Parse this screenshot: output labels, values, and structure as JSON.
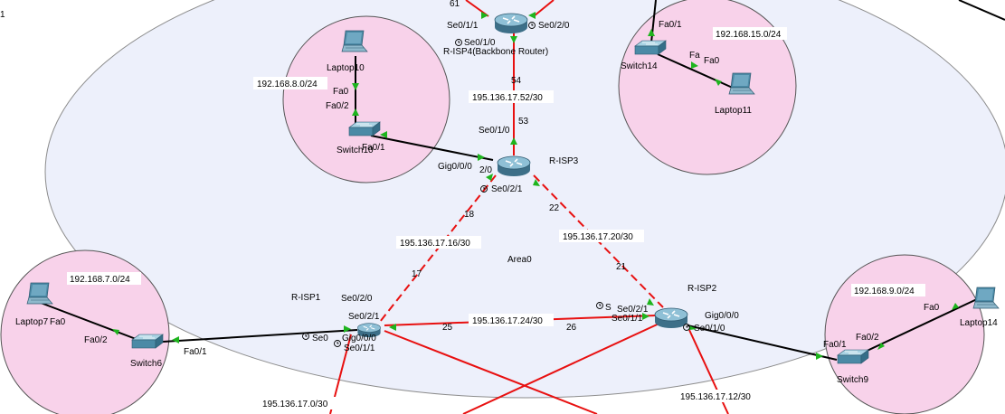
{
  "colors": {
    "area_fill": "#edf0fb",
    "area_stroke": "#8c8c8c",
    "lan_fill": "#f8d2ea",
    "lan_stroke": "#555555",
    "serial_link": "#e81010",
    "ethernet_link": "#000000",
    "link_up": "#1eb41e",
    "device_body": "#4b8aa6"
  },
  "area": {
    "label": "Area0"
  },
  "routers": [
    {
      "id": "backbone",
      "name": "R-ISP4(Backbone Router)",
      "icon": "router-icon"
    },
    {
      "id": "risp3",
      "name": "R-ISP3",
      "icon": "router-icon"
    },
    {
      "id": "risp1",
      "name": "R-ISP1",
      "icon": "router-icon"
    },
    {
      "id": "risp2",
      "name": "R-ISP2",
      "icon": "router-icon"
    }
  ],
  "switches": [
    {
      "id": "sw10",
      "name": "Switch10",
      "icon": "switch-icon"
    },
    {
      "id": "sw14",
      "name": "Switch14",
      "icon": "switch-icon"
    },
    {
      "id": "sw6",
      "name": "Switch6",
      "icon": "switch-icon"
    },
    {
      "id": "sw9",
      "name": "Switch9",
      "icon": "switch-icon"
    }
  ],
  "laptops": [
    {
      "id": "lt10",
      "name": "Laptop10",
      "icon": "laptop-icon"
    },
    {
      "id": "lt11",
      "name": "Laptop11",
      "icon": "laptop-icon"
    },
    {
      "id": "lt7",
      "name": "Laptop7",
      "icon": "laptop-icon"
    },
    {
      "id": "lt14",
      "name": "Laptop14",
      "icon": "laptop-icon"
    }
  ],
  "networks": [
    {
      "id": "n15",
      "label": "192.168.15.0/24"
    },
    {
      "id": "n8",
      "label": "192.168.8.0/24"
    },
    {
      "id": "n7",
      "label": "192.168.7.0/24"
    },
    {
      "id": "n9",
      "label": "192.168.9.0/24"
    },
    {
      "id": "s52",
      "label": "195.136.17.52/30"
    },
    {
      "id": "s16",
      "label": "195.136.17.16/30"
    },
    {
      "id": "s20",
      "label": "195.136.17.20/30"
    },
    {
      "id": "s24",
      "label": "195.136.17.24/30"
    },
    {
      "id": "s0",
      "label": "195.136.17.0/30"
    },
    {
      "id": "s12",
      "label": "195.136.17.12/30"
    }
  ],
  "interfaces": [
    {
      "id": "bb_se011",
      "text": "Se0/1/1"
    },
    {
      "id": "bb_se020",
      "text": "Se0/2/0"
    },
    {
      "id": "bb_se010",
      "text": "Se0/1/0"
    },
    {
      "id": "r3_se010",
      "text": "Se0/1/0"
    },
    {
      "id": "r3_gig000",
      "text": "Gig0/0/0"
    },
    {
      "id": "r3_p20",
      "text": "2/0"
    },
    {
      "id": "r3_se021",
      "text": "Se0/2/1"
    },
    {
      "id": "sw10_fa02",
      "text": "Fa0/2"
    },
    {
      "id": "sw10_fa01",
      "text": "Fa0/1"
    },
    {
      "id": "lt10_fa0",
      "text": "Fa0"
    },
    {
      "id": "sw14_fa01",
      "text": "Fa0/1"
    },
    {
      "id": "sw14_fa",
      "text": "Fa"
    },
    {
      "id": "lt11_fa0",
      "text": "Fa0"
    },
    {
      "id": "lt7_fa0",
      "text": "Fa0"
    },
    {
      "id": "sw6_fa02",
      "text": "Fa0/2"
    },
    {
      "id": "sw6_fa01",
      "text": "Fa0/1"
    },
    {
      "id": "r1_se020",
      "text": "Se0/2/0"
    },
    {
      "id": "r1_se021",
      "text": "Se0/2/1"
    },
    {
      "id": "r1_gig000",
      "text": "Gig0/0/0"
    },
    {
      "id": "r1_se0",
      "text": "Se0"
    },
    {
      "id": "r1_se011",
      "text": "Se0/1/1"
    },
    {
      "id": "r2_s",
      "text": "S"
    },
    {
      "id": "r2_se021",
      "text": "Se0/2/1"
    },
    {
      "id": "r2_se011",
      "text": "Se0/1/1"
    },
    {
      "id": "r2_gig000",
      "text": "Gig0/0/0"
    },
    {
      "id": "r2_se010",
      "text": "Se0/1/0"
    },
    {
      "id": "lt14_fa0",
      "text": "Fa0"
    },
    {
      "id": "sw9_fa02",
      "text": "Fa0/2"
    },
    {
      "id": "sw9_fa01",
      "text": "Fa0/1"
    }
  ],
  "host_octets": [
    {
      "id": "o61",
      "text": "61"
    },
    {
      "id": "o54",
      "text": "54"
    },
    {
      "id": "o53",
      "text": "53"
    },
    {
      "id": "o18",
      "text": "18"
    },
    {
      "id": "o22",
      "text": "22"
    },
    {
      "id": "o17",
      "text": "17"
    },
    {
      "id": "o21",
      "text": "21"
    },
    {
      "id": "o25",
      "text": "25"
    },
    {
      "id": "o26",
      "text": "26"
    }
  ],
  "edge_marks": [
    {
      "id": "edge1",
      "text": "1"
    }
  ]
}
